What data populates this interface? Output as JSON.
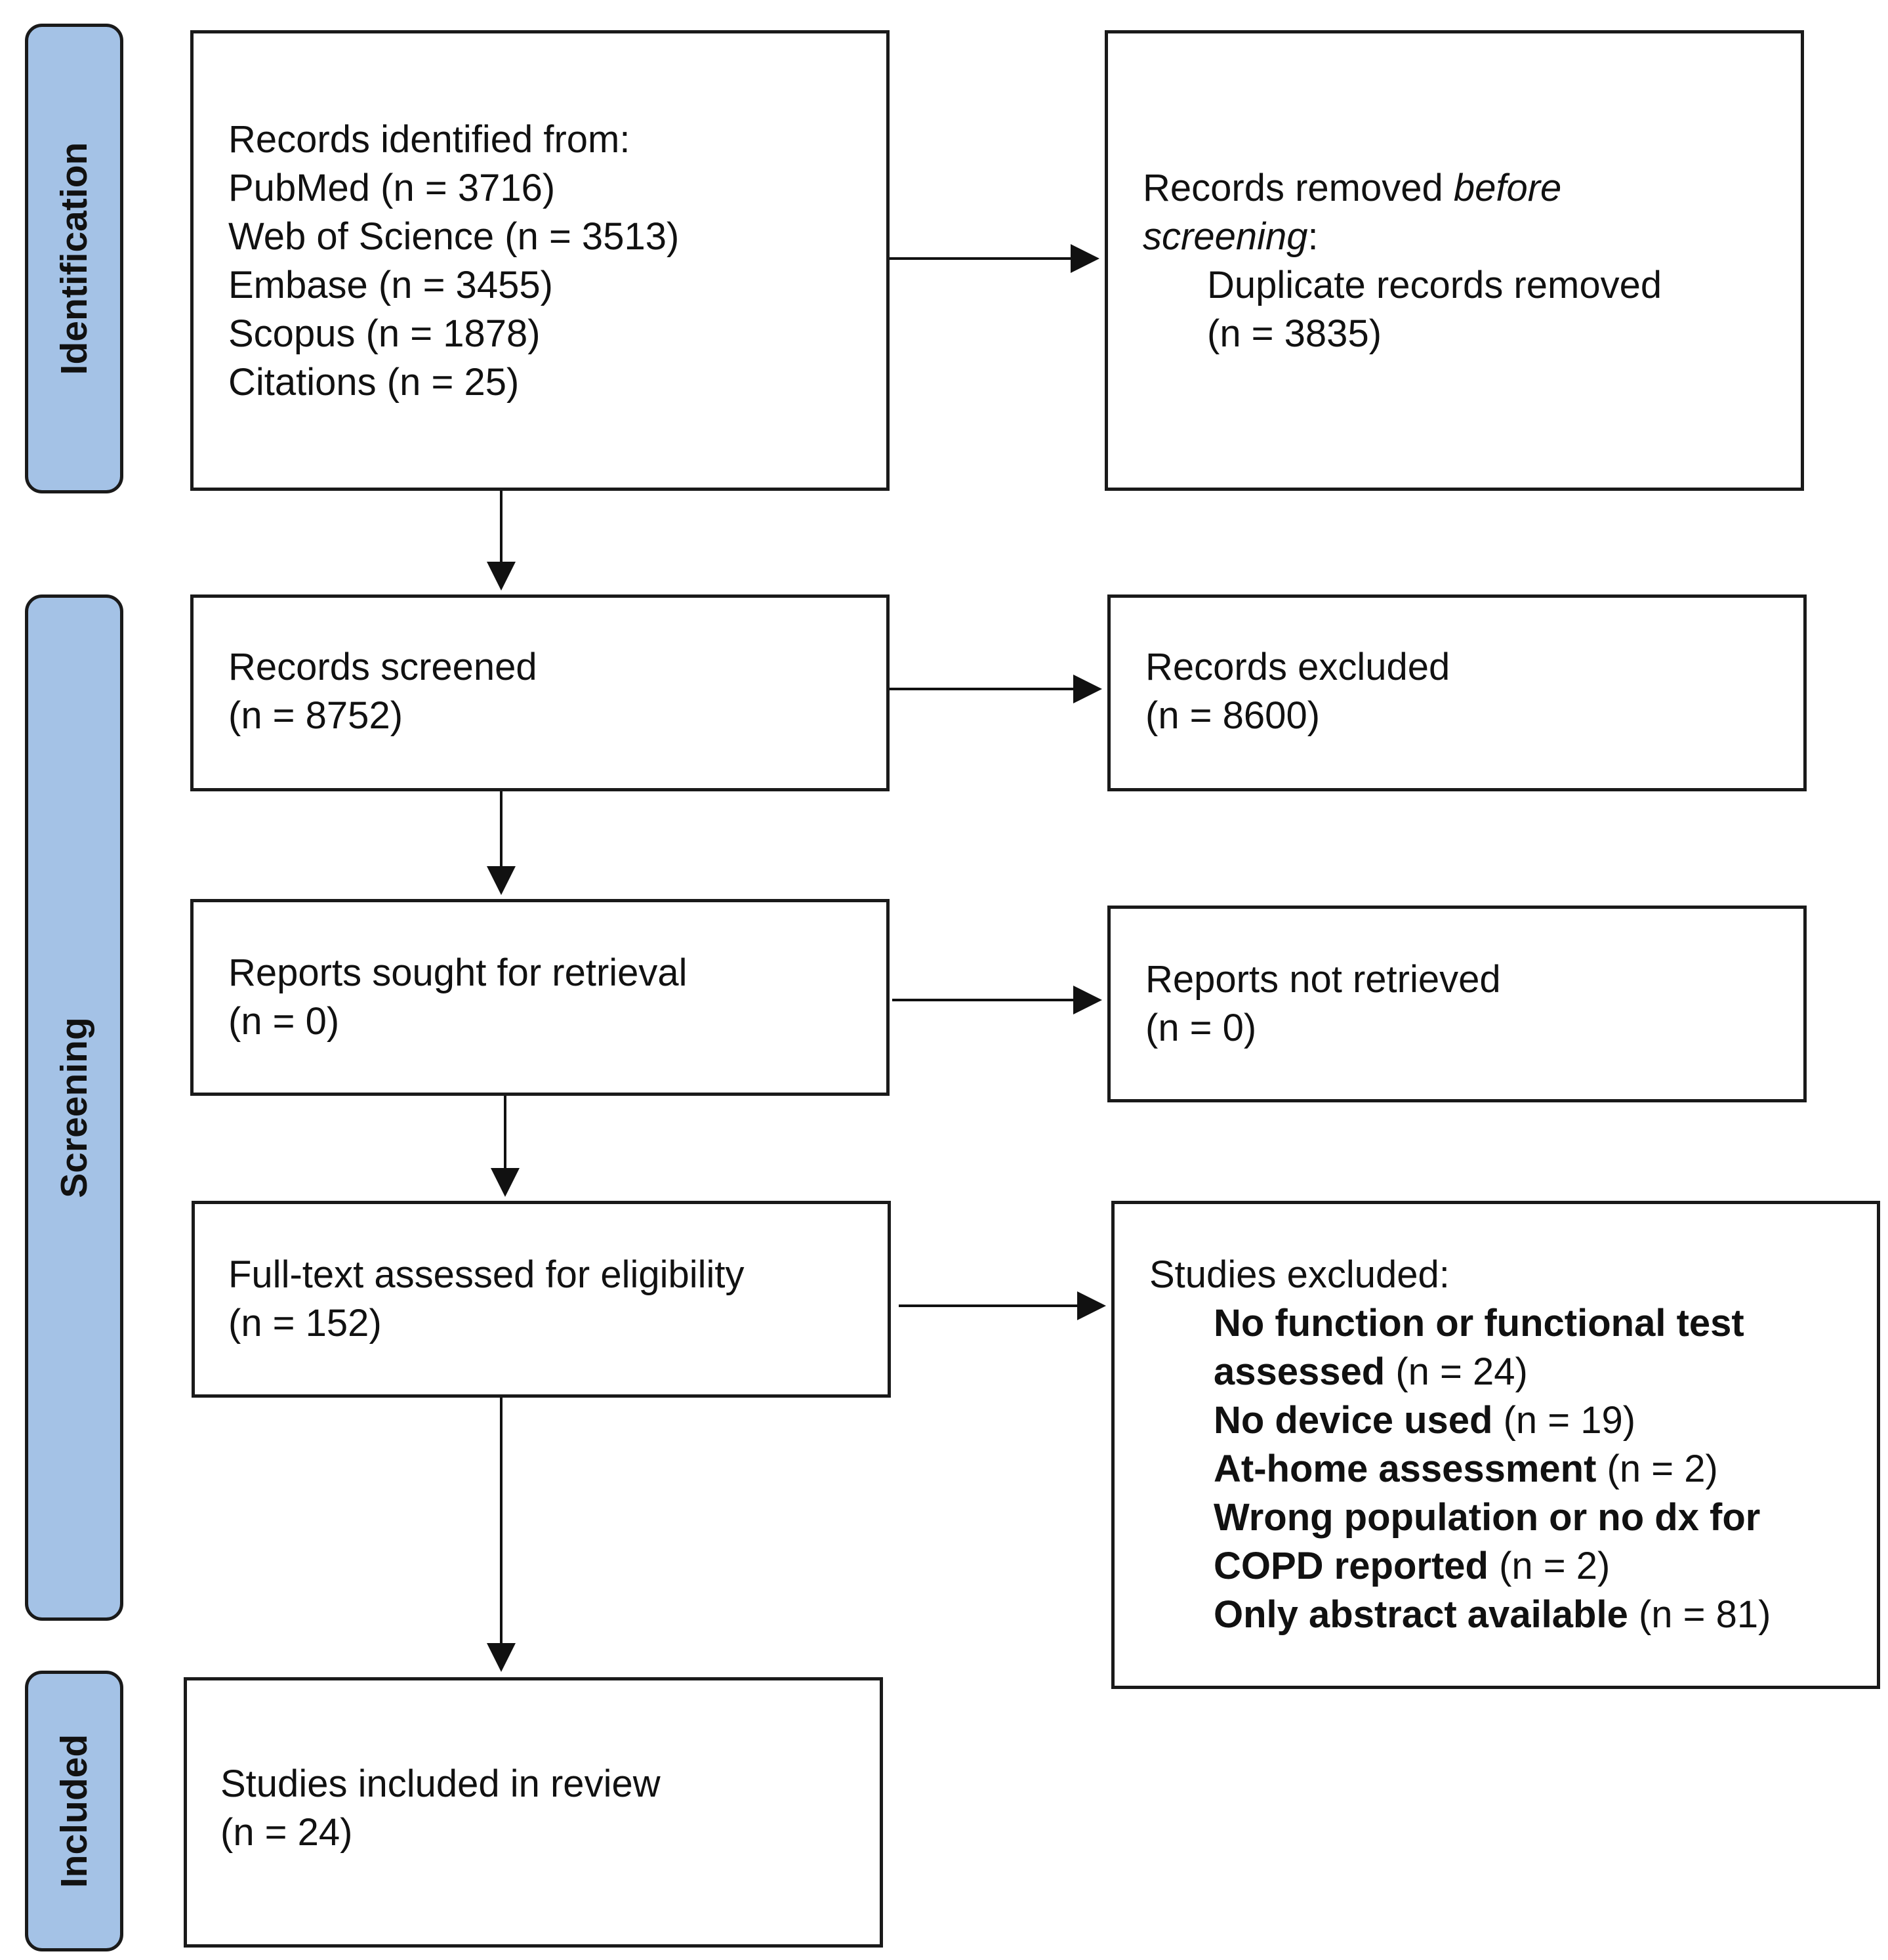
{
  "phases": {
    "identification": "Identification",
    "screening": "Screening",
    "included": "Included"
  },
  "identified": {
    "heading": "Records identified from:",
    "sources": [
      "PubMed (n = 3716)",
      "Web of Science (n = 3513)",
      "Embase (n = 3455)",
      "Scopus (n = 1878)",
      "Citations (n = 25)"
    ]
  },
  "removed": {
    "text_a": "Records removed ",
    "text_b": "before",
    "text_c": "screening",
    "text_d": ":",
    "line2": "Duplicate records removed",
    "count": "(n = 3835)"
  },
  "screened": {
    "label": "Records screened",
    "count": "(n = 8752)"
  },
  "excluded": {
    "label": "Records excluded",
    "count": "(n = 8600)"
  },
  "sought": {
    "label": "Reports sought for retrieval",
    "count": "(n = 0)"
  },
  "not_retrieved": {
    "label": "Reports not retrieved",
    "count": "(n = 0)"
  },
  "assessed": {
    "label": "Full-text assessed for eligibility",
    "count": "(n = 152)"
  },
  "studies_excluded": {
    "heading": "Studies excluded:",
    "r1_bold": "No function or functional test",
    "r2_bold": "assessed",
    "r2_count": " (n = 24)",
    "r3_bold": "No device used",
    "r3_count": " (n = 19)",
    "r4_bold": "At-home assessment",
    "r4_count": " (n = 2)",
    "r5_bold": "Wrong population or no dx for",
    "r6_bold": "COPD reported",
    "r6_count": " (n = 2)",
    "r7_bold": "Only abstract available",
    "r7_count": " (n = 81)"
  },
  "included": {
    "label": "Studies included in review",
    "count": "(n = 24)"
  }
}
